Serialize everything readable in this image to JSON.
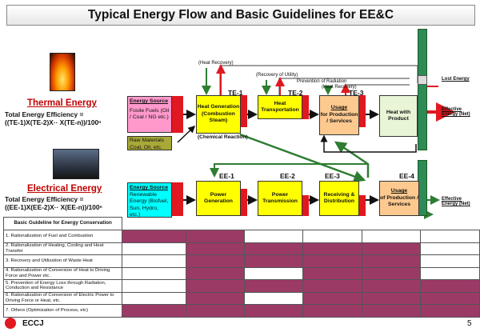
{
  "title": "Typical Energy Flow and Basic Guidelines for EE&C",
  "thermal": {
    "header": "Thermal Energy",
    "formula_1": "Total Energy Efficiency =",
    "formula_2": "((TE-1)X(TE-2)X·· X(TE-n))/100ⁿ"
  },
  "electrical": {
    "header": "Electrical Energy",
    "formula_1": "Total Energy Efficiency =",
    "formula_2": "((EE-1)X(EE-2)X·· X(EE-n))/100ⁿ"
  },
  "thermal_flow": {
    "source_title": "Energy Source",
    "source_body": "Fosile Fuels (Oil / Coal / NG etc.)",
    "raw_materials": "Raw Materials Coal, Oil, etc.",
    "chemical_reaction": "(Chemical Reaction)",
    "heat_generation": "Heat Generation (Combustion Steam)",
    "heat_transportation": "Heat Transportation",
    "usage_title": "Usage",
    "usage_body": "for Production / Services",
    "heat_product": "Heat with Product",
    "te1": "TE-1",
    "te2": "TE-2",
    "te3": "TE-3",
    "heat_recovery_1": "(Heat Recovery)",
    "recovery_utility": "(Recovery of Utility)",
    "prevention_radiation": "Prevention of Radiation",
    "heat_recovery_2": "(Heat Recovery)",
    "lost_energy": "Lost Energy",
    "effective_energy": "Effective Energy (Net)"
  },
  "electrical_flow": {
    "source_title": "Energy Source",
    "source_body": "Renewable Energy (Biofuel, Sun, Hydro, etc.)",
    "power_generation": "Power Generation",
    "power_transmission": "Power Transmission",
    "receiving": "Receiving & Distribution",
    "usage_title": "Usage",
    "usage_body": "of Production / Services",
    "ee1": "EE-1",
    "ee2": "EE-2",
    "ee3": "EE-3",
    "ee4": "EE-4",
    "effective_energy": "Effective Energy (Net)"
  },
  "guidelines": {
    "header": "Basic Guideline for Energy Conservation",
    "rows": [
      {
        "label": "1. Rationalization of Fuel and Combustion",
        "marks": [
          true,
          true,
          false,
          false,
          false,
          false
        ]
      },
      {
        "label": "2. Rationalization of Heating, Cooling and Heat Transfer",
        "marks": [
          false,
          true,
          true,
          true,
          true,
          false
        ]
      },
      {
        "label": "3. Recovery and Utilization of Waste Heat",
        "marks": [
          false,
          true,
          true,
          true,
          true,
          false
        ]
      },
      {
        "label": "4. Rationalization of Conversion of Heat to Driving Force and Power etc.",
        "marks": [
          false,
          true,
          false,
          true,
          true,
          false
        ]
      },
      {
        "label": "5. Prevention of Energy Loss through Radiation, Conduction and Resistance",
        "marks": [
          false,
          true,
          true,
          true,
          true,
          true
        ]
      },
      {
        "label": "6. Rationalization of Conversion of Electric Power to Driving Force or Heat, etc.",
        "marks": [
          false,
          true,
          false,
          true,
          true,
          true
        ]
      },
      {
        "label": "7. Others (Optimization of Process, etc)",
        "marks": [
          true,
          true,
          true,
          true,
          true,
          true
        ]
      }
    ]
  },
  "footer": {
    "logo": "ECCJ",
    "page": "5"
  },
  "colors": {
    "mark": "#9c3a66",
    "red": "#e0181f",
    "green_arrow": "#2e7d32"
  }
}
